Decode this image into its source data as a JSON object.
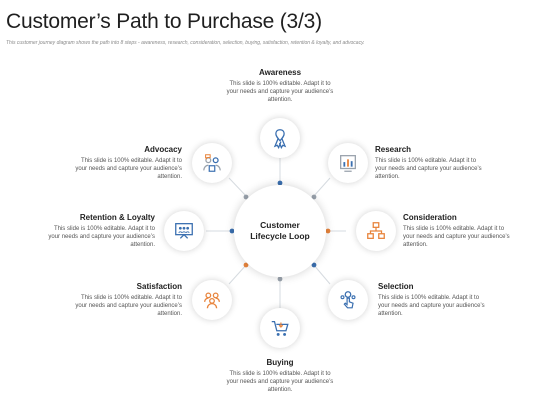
{
  "title": "Customer’s Path to Purchase (3/3)",
  "subtitle": "This customer journey diagram shows the path into 8 steps - awareness, research, consideration, selection, buying, satisfaction, retention & loyalty, and advocacy.",
  "center": {
    "line1": "Customer",
    "line2": "Lifecycle Loop"
  },
  "colors": {
    "blue": "#3a6fb0",
    "orange": "#e8843c",
    "gray": "#9aa3ad"
  },
  "steps": [
    {
      "id": "awareness",
      "label": "Awareness",
      "desc": "This slide is 100% editable. Adapt it to your needs and capture your audience’s attention.",
      "icon": "ribbon-icon"
    },
    {
      "id": "research",
      "label": "Research",
      "desc": "This slide is 100% editable. Adapt it to your needs and capture your audience’s attention.",
      "icon": "chart-report-icon"
    },
    {
      "id": "consideration",
      "label": "Consideration",
      "desc": "This slide is 100% editable. Adapt it to your needs and capture your audience’s attention.",
      "icon": "org-chart-icon"
    },
    {
      "id": "selection",
      "label": "Selection",
      "desc": "This slide is 100% editable. Adapt it to your needs and capture your audience’s attention.",
      "icon": "hand-select-icon"
    },
    {
      "id": "buying",
      "label": "Buying",
      "desc": "This slide is 100% editable. Adapt it to your needs and capture your audience’s attention.",
      "icon": "shopping-cart-icon"
    },
    {
      "id": "satisfaction",
      "label": "Satisfaction",
      "desc": "This slide is 100% editable. Adapt it to your needs and capture your audience’s attention.",
      "icon": "group-icon"
    },
    {
      "id": "retention",
      "label": "Retention & Loyalty",
      "desc": "This slide is 100% editable. Adapt it to your needs and capture your audience’s attention.",
      "icon": "presentation-board-icon"
    },
    {
      "id": "advocacy",
      "label": "Advocacy",
      "desc": "This slide is 100% editable. Adapt it to your needs and capture your audience’s attention.",
      "icon": "people-talking-icon"
    }
  ]
}
